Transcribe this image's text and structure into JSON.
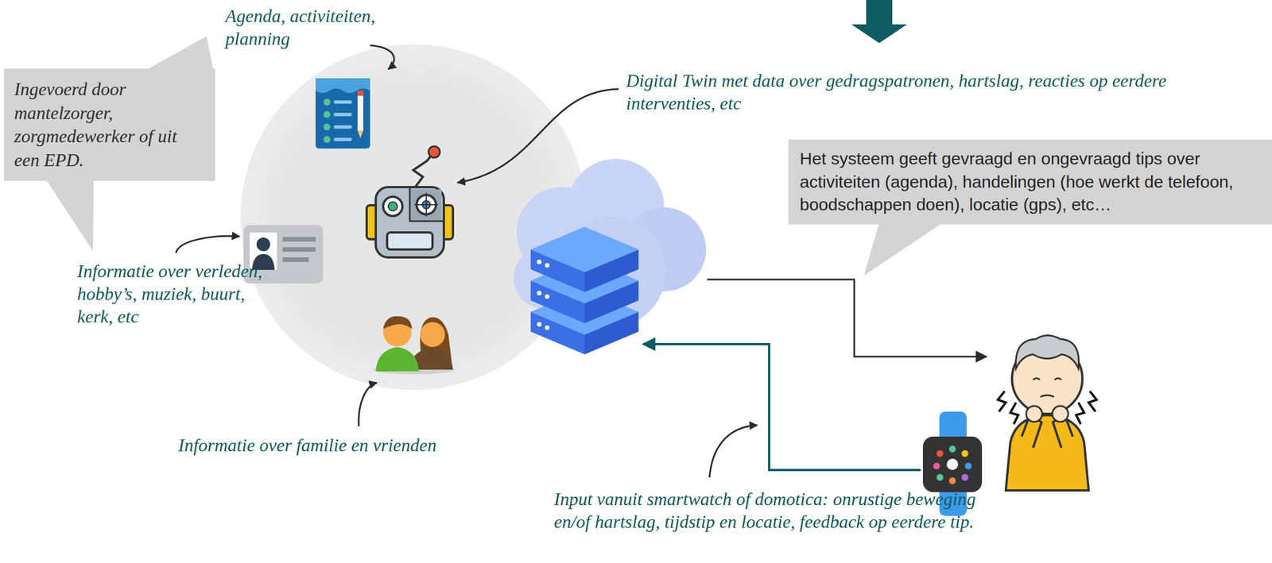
{
  "diagram": {
    "nodes": [
      {
        "text": [
          "Ingevoerd door mantelzorger, zorgmedewerker of uit een EPD."
        ]
      },
      {
        "text": [
          "Het systeem geeft gevraagd en ongevraagd tips over activiteiten (agenda), handelingen (hoe werkt de telefoon, boodschappen doen), locatie (gps), etc…"
        ]
      }
    ],
    "labels": [
      "Agenda, activiteiten, planning",
      "Digital Twin met data over gedragspatronen, hartslag, reacties op eerdere interventies, etc",
      "Informatie over verleden, hobby’s, muziek, buurt, kerk, etc",
      "Informatie over familie en vrienden",
      "Input vanuit smartwatch of domotica: onrustige beweging en/of hartslag, tijdstip en locatie, feedback op eerdere tip."
    ]
  }
}
